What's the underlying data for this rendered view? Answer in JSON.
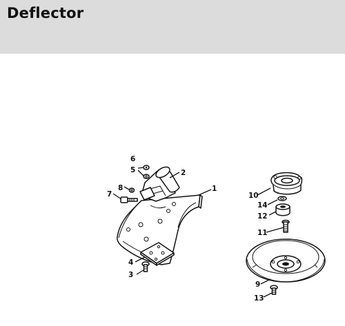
{
  "page": {
    "title": "Deflector"
  },
  "callouts": [
    {
      "id": "c1",
      "label": "1"
    },
    {
      "id": "c2",
      "label": "2"
    },
    {
      "id": "c3",
      "label": "3"
    },
    {
      "id": "c4",
      "label": "4"
    },
    {
      "id": "c5",
      "label": "5"
    },
    {
      "id": "c6",
      "label": "6"
    },
    {
      "id": "c7",
      "label": "7"
    },
    {
      "id": "c8",
      "label": "8"
    },
    {
      "id": "c9",
      "label": "9"
    },
    {
      "id": "c10",
      "label": "10"
    },
    {
      "id": "c11",
      "label": "11"
    },
    {
      "id": "c12",
      "label": "12"
    },
    {
      "id": "c13",
      "label": "13"
    },
    {
      "id": "c14",
      "label": "14"
    }
  ]
}
